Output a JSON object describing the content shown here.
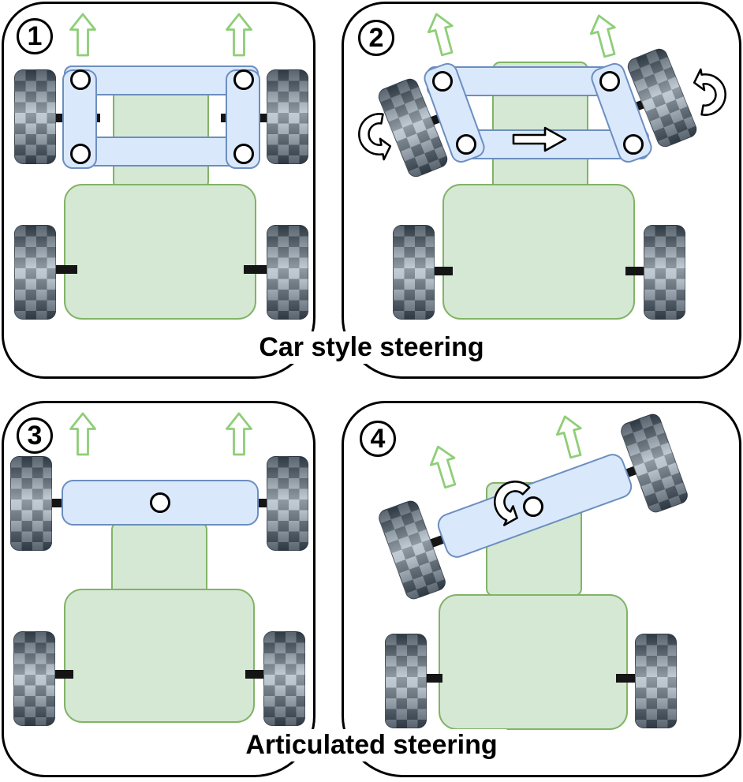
{
  "diagram": {
    "section_labels": {
      "car": "Car style steering",
      "articulated": "Articulated steering"
    },
    "panels": [
      {
        "badge": "1"
      },
      {
        "badge": "2"
      },
      {
        "badge": "3"
      },
      {
        "badge": "4"
      }
    ],
    "colors": {
      "panel_outline": "#000000",
      "body_fill": "#d5e8d4",
      "body_stroke": "#82b366",
      "steering_fill": "#dae8fc",
      "steering_stroke": "#6c8ebf",
      "direction_arrow_green": "#8fce78",
      "wheel_checker_dark": "#4e5a64",
      "wheel_checker_light": "#a4b0bb",
      "motion_arrow_fill": "#ffffff",
      "motion_arrow_stroke": "#000000"
    },
    "icons": {
      "direction": "up-arrow-icon",
      "wheel_rotation": "ccw-rotation-arrow-icon",
      "tie_rod_motion": "right-arrow-icon"
    }
  }
}
